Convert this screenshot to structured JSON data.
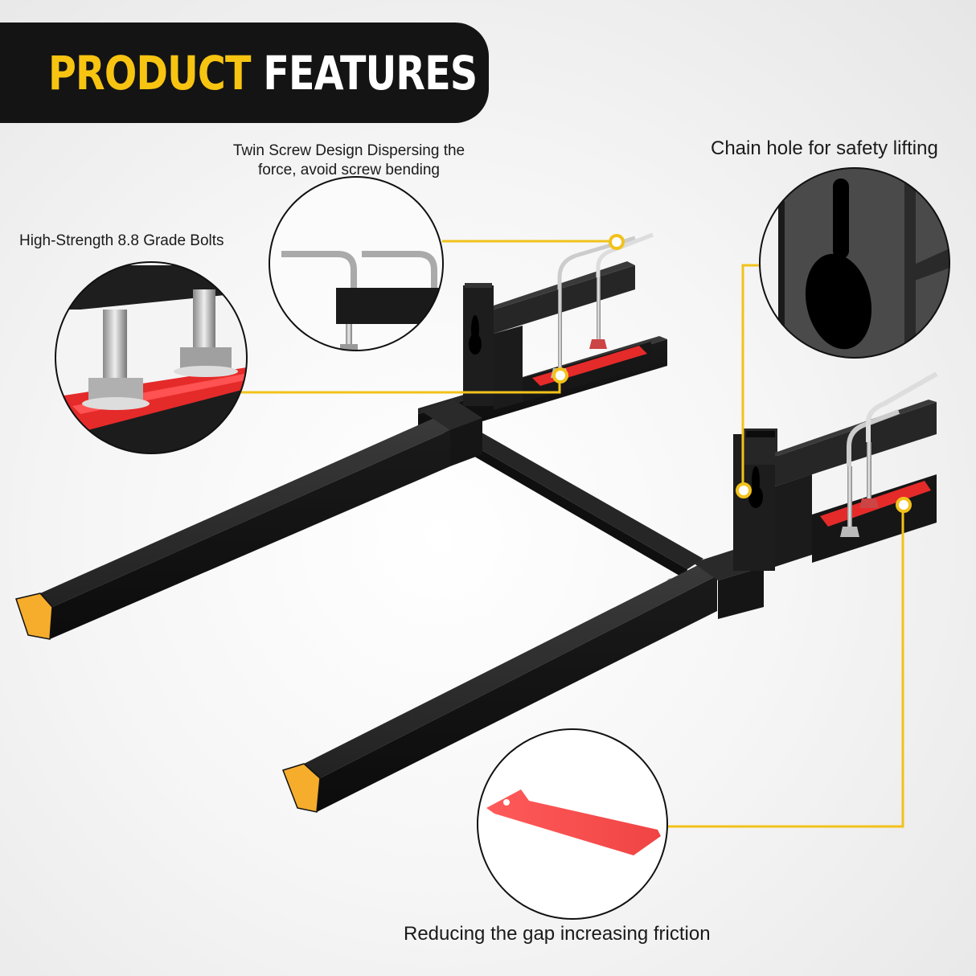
{
  "banner": {
    "title_accent": "PRODUCT",
    "title_rest": "FEATURES",
    "background": "#141414",
    "accent_color": "#f7c411"
  },
  "callouts": [
    {
      "id": "twin-screw",
      "text": "Twin Screw Design Dispersing the force, avoid screw bending",
      "line1": "Twin Screw Design Dispersing the",
      "line2": "force, avoid screw bending",
      "detail": "twin L-handle clamp screws"
    },
    {
      "id": "bolts",
      "text": "High-Strength 8.8 Grade Bolts",
      "detail": "hex bolts on red pad"
    },
    {
      "id": "chain-hole",
      "text": "Chain hole for safety lifting",
      "detail": "keyhole slot in upright"
    },
    {
      "id": "pad",
      "text": "Reducing the gap increasing friction",
      "detail": "red friction pad"
    }
  ],
  "colors": {
    "leader_line": "#f2c21b",
    "frame": "#1b1b1b",
    "fork_tip": "#f6ad2c",
    "pad": "#e52a2a"
  }
}
